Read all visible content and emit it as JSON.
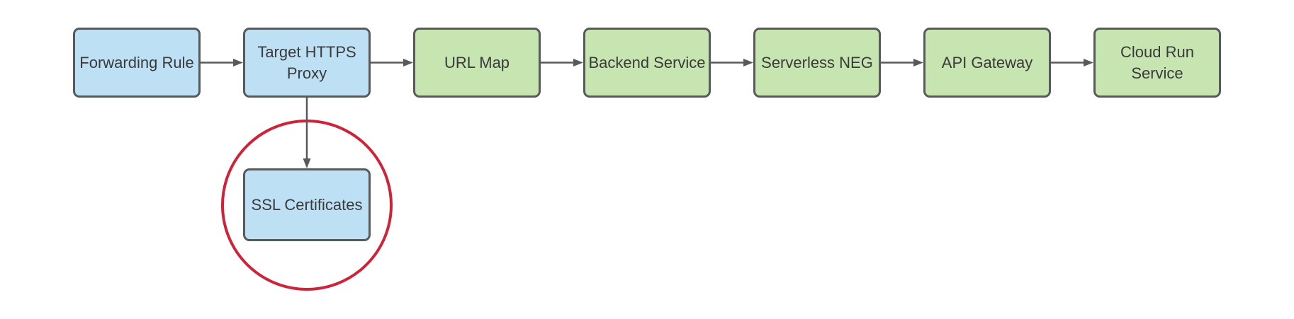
{
  "diagram": {
    "nodes": [
      {
        "id": "forwarding-rule",
        "label": "Forwarding Rule",
        "fill": "blue"
      },
      {
        "id": "target-https-proxy",
        "label": "Target HTTPS\nProxy",
        "fill": "blue"
      },
      {
        "id": "url-map",
        "label": "URL Map",
        "fill": "green"
      },
      {
        "id": "backend-service",
        "label": "Backend Service",
        "fill": "green"
      },
      {
        "id": "serverless-neg",
        "label": "Serverless NEG",
        "fill": "green"
      },
      {
        "id": "api-gateway",
        "label": "API Gateway",
        "fill": "green"
      },
      {
        "id": "cloud-run-service",
        "label": "Cloud Run\nService",
        "fill": "green"
      },
      {
        "id": "ssl-certificates",
        "label": "SSL Certificates",
        "fill": "blue"
      }
    ],
    "edges": [
      {
        "from": "Forwarding Rule",
        "to": "Target HTTPS Proxy",
        "direction": "right"
      },
      {
        "from": "Target HTTPS Proxy",
        "to": "URL Map",
        "direction": "right"
      },
      {
        "from": "URL Map",
        "to": "Backend Service",
        "direction": "right"
      },
      {
        "from": "Backend Service",
        "to": "Serverless NEG",
        "direction": "right"
      },
      {
        "from": "Serverless NEG",
        "to": "API Gateway",
        "direction": "right"
      },
      {
        "from": "API Gateway",
        "to": "Cloud Run Service",
        "direction": "right"
      },
      {
        "from": "Target HTTPS Proxy",
        "to": "SSL Certificates",
        "direction": "down"
      }
    ],
    "annotation": {
      "shape": "circle",
      "around": "SSL Certificates",
      "color": "#CE2338"
    }
  },
  "colors": {
    "background": "#FFFFFF",
    "blue_fill": "#BEE0F4",
    "green_fill": "#C6E5B1",
    "node_stroke": "#58595B",
    "arrow": "#58595B",
    "text": "#3A3A3A",
    "highlight_red": "#CE2338"
  }
}
